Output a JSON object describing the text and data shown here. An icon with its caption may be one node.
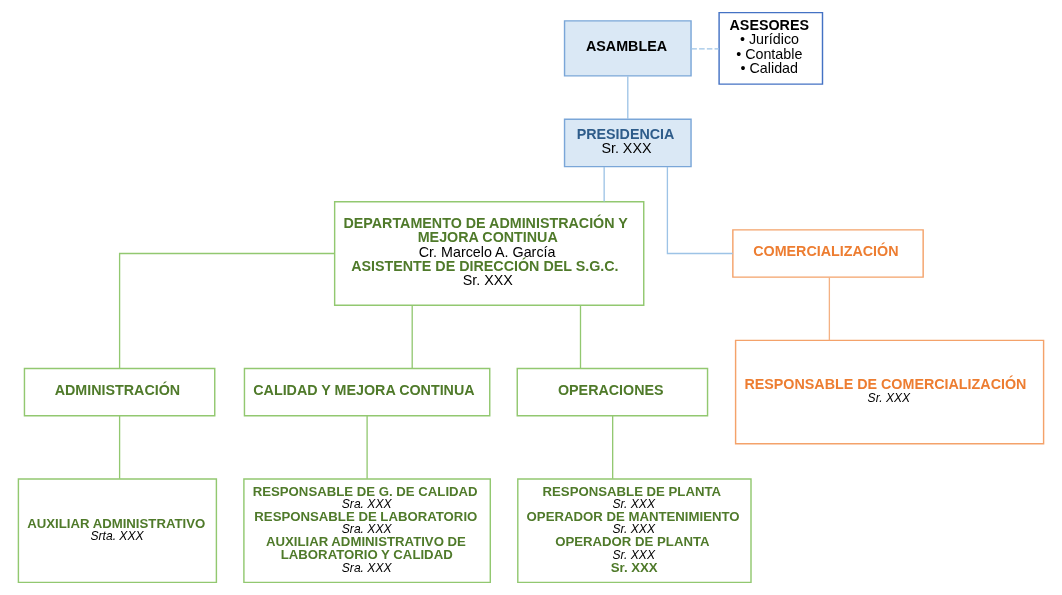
{
  "diagram": {
    "nodes": [
      {
        "text": [
          "ASAMBLEA"
        ]
      },
      {
        "text": [
          "ASESORES",
          "• Jurídico",
          "• Contable",
          "• Calidad"
        ]
      },
      {
        "text": [
          "PRESIDENCIA",
          "Sr. XXX"
        ]
      },
      {
        "text": [
          "DEPARTAMENTO DE ADMINISTRACIÓN Y MEJORA CONTINUA",
          "Cr. Marcelo A. García",
          "ASISTENTE DE DIRECCIÓN DEL S.G.C.",
          "Sr. XXX"
        ]
      },
      {
        "text": [
          "COMERCIALIZACIÓN"
        ]
      },
      {
        "text": [
          "ADMINISTRACIÓN"
        ]
      },
      {
        "text": [
          "CALIDAD Y MEJORA CONTINUA"
        ]
      },
      {
        "text": [
          "OPERACIONES"
        ]
      },
      {
        "text": [
          "RESPONSABLE DE COMERCIALIZACIÓN",
          "Sr. XXX"
        ]
      },
      {
        "text": [
          "AUXILIAR ADMINISTRATIVO",
          "Srta. XXX"
        ]
      },
      {
        "text": [
          "RESPONSABLE DE G. DE CALIDAD",
          "Sra. XXX",
          "RESPONSABLE DE LABORATORIO",
          "Sra. XXX",
          "AUXILIAR ADMINISTRATIVO DE LABORATORIO Y CALIDAD",
          "Sra. XXX"
        ]
      },
      {
        "text": [
          "RESPONSABLE DE PLANTA",
          "Sr. XXX",
          "OPERADOR DE MANTENIMIENTO",
          "Sr. XXX",
          "OPERADOR DE PLANTA",
          "Sr. XXX",
          "Sr. XXX"
        ]
      }
    ],
    "edges": [
      {
        "from": 0,
        "to": 2,
        "arrow": "none",
        "color": "#9dc3e6"
      },
      {
        "from": 0,
        "to": 1,
        "arrow": "none",
        "style": "dashed",
        "color": "#9dc3e6"
      },
      {
        "from": 2,
        "to": 4,
        "arrow": "none",
        "color": "#9dc3e6"
      },
      {
        "from": 2,
        "to": 3,
        "arrow": "none",
        "color": "#9dc3e6"
      },
      {
        "from": 3,
        "to": 5,
        "arrow": "none"
      },
      {
        "from": 3,
        "to": 6,
        "arrow": "none"
      },
      {
        "from": 3,
        "to": 7,
        "arrow": "none"
      },
      {
        "from": 4,
        "to": 8,
        "arrow": "none",
        "color": "#f4b183"
      },
      {
        "from": 5,
        "to": 9,
        "arrow": "none"
      },
      {
        "from": 6,
        "to": 10,
        "arrow": "none"
      },
      {
        "from": 7,
        "to": 11,
        "arrow": "none"
      }
    ]
  }
}
